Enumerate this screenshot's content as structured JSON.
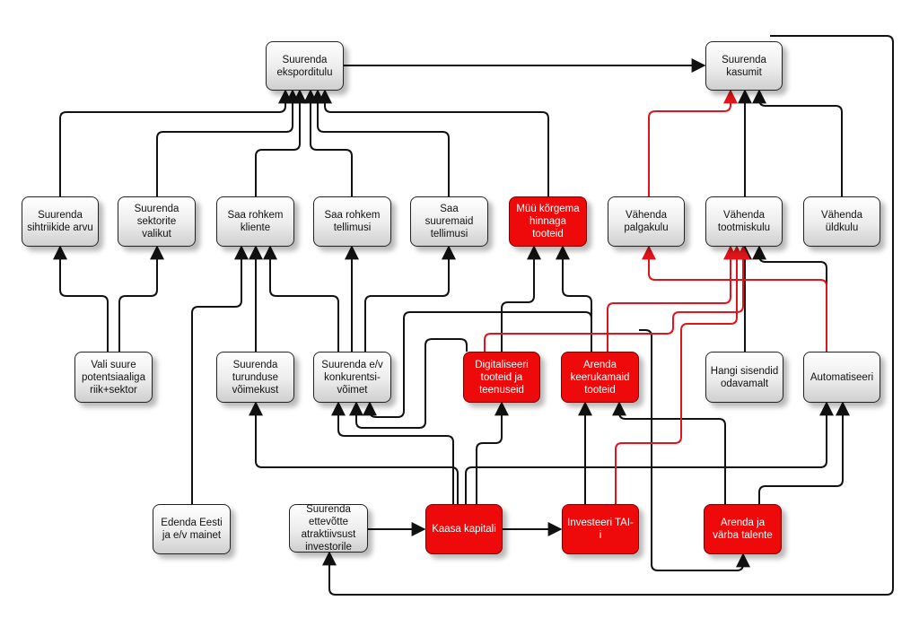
{
  "nodes": {
    "suurenda_eksporditulu": {
      "label": "Suurenda\neksporditulu",
      "fill": "#e6e6e6"
    },
    "suurenda_kasumit": {
      "label": "Suurenda\nkasumit",
      "fill": "#e6e6e6"
    },
    "suurenda_sihtriikide_arvu": {
      "label": "Suurenda\nsihtriikide arvu",
      "fill": "#e6e6e6"
    },
    "suurenda_sektorite_valikut": {
      "label": "Suurenda\nsektorite valikut",
      "fill": "#e6e6e6"
    },
    "saa_rohkem_kliente": {
      "label": "Saa rohkem\nkliente",
      "fill": "#e6e6e6"
    },
    "saa_rohkem_tellimusi": {
      "label": "Saa rohkem\ntellimusi",
      "fill": "#e6e6e6"
    },
    "saa_suuremaid_tellimusi": {
      "label": "Saa suuremaid\ntellimusi",
      "fill": "#e6e6e6"
    },
    "muu_korgema_hinnaga_tooteid": {
      "label": "Müü kõrgema\nhinnaga tooteid",
      "fill": "#ee0a0a"
    },
    "vahenda_palgakulu": {
      "label": "Vähenda\npalgakulu",
      "fill": "#e6e6e6"
    },
    "vahenda_tootmiskulu": {
      "label": "Vähenda\ntootmiskulu",
      "fill": "#e6e6e6"
    },
    "vahenda_uldkulu": {
      "label": "Vähenda\nüldkulu",
      "fill": "#e6e6e6"
    },
    "vali_suure_potentsiaaliga": {
      "label": "Vali suure\npotentsiaaliga\nriik+sektor",
      "fill": "#e6e6e6"
    },
    "suurenda_turunduse_voimekust": {
      "label": "Suurenda\nturunduse\nvõimekust",
      "fill": "#e6e6e6"
    },
    "suurenda_ev_konkurentsivoimet": {
      "label": "Suurenda e/v\nkonkurentsi-\nvõimet",
      "fill": "#e6e6e6"
    },
    "digitaliseeri_tooteid": {
      "label": "Digitaliseeri\ntooteid ja\nteenuseid",
      "fill": "#ee0a0a"
    },
    "arenda_keerukamaid_tooteid": {
      "label": "Arenda\nkeerukamaid\ntooteid",
      "fill": "#ee0a0a"
    },
    "hangi_sisendid_odavamalt": {
      "label": "Hangi sisendid\nodavamalt",
      "fill": "#e6e6e6"
    },
    "automatiseeri": {
      "label": "Automatiseeri",
      "fill": "#e6e6e6"
    },
    "edenda_eesti_mainet": {
      "label": "Edenda Eesti\nja e/v mainet",
      "fill": "#e6e6e6"
    },
    "suurenda_atraktiivsust": {
      "label": "Suurenda\nettevõtte\natraktiivsust\ninvestorile",
      "fill": "#e6e6e6"
    },
    "kaasa_kapitali": {
      "label": "Kaasa kapitali",
      "fill": "#ee0a0a"
    },
    "investeeri_tai": {
      "label": "Investeeri TAI-i",
      "fill": "#ee0a0a"
    },
    "arenda_ja_varba_talente": {
      "label": "Arenda ja\nvärba talente",
      "fill": "#ee0a0a"
    }
  },
  "edge_colors": {
    "black": "#111111",
    "red": "#e0141a"
  }
}
